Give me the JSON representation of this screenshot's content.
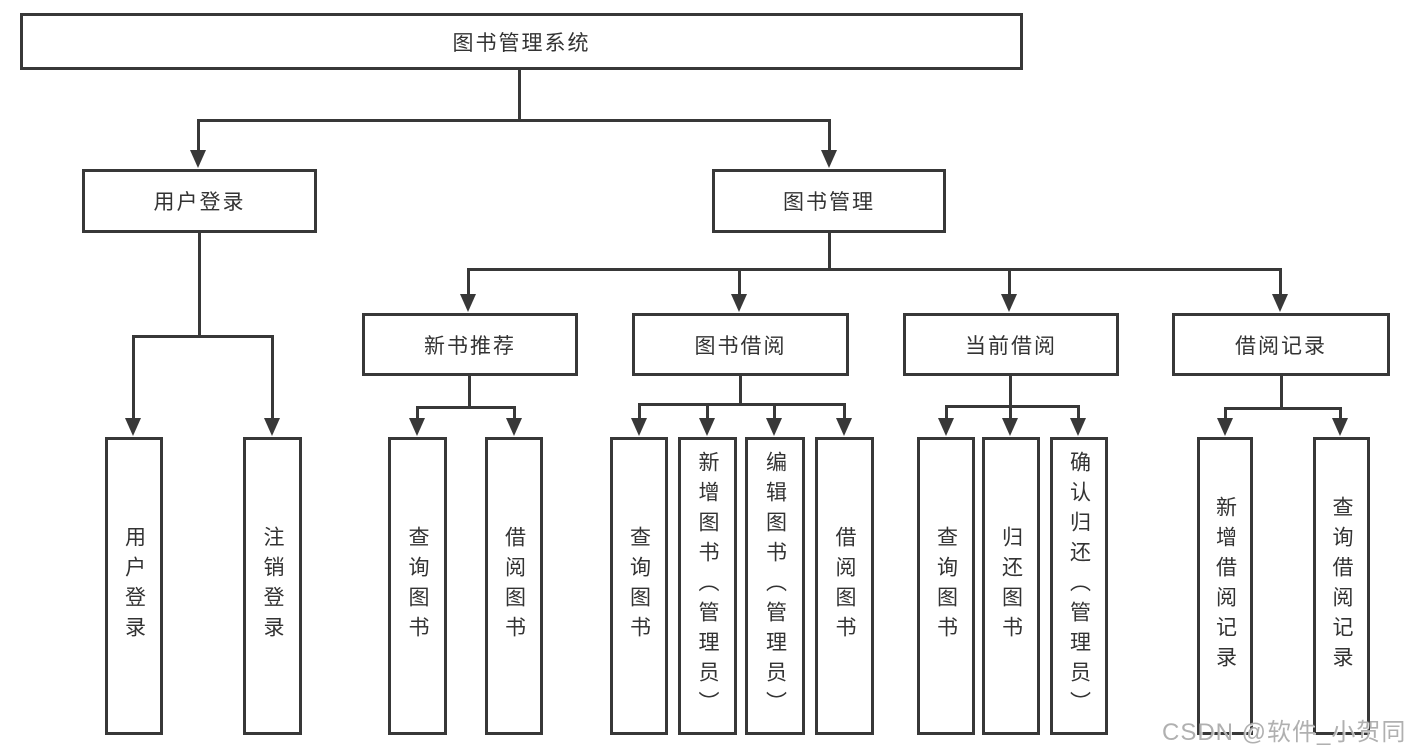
{
  "diagram": {
    "title": "图书管理系统",
    "watermark": "CSDN @软件_小贺同学",
    "colors": {
      "line": "#383838",
      "text": "#333333",
      "background": "#ffffff"
    },
    "nodes": {
      "root": {
        "label": "图书管理系统"
      },
      "user_login": {
        "label": "用户登录"
      },
      "book_mgmt": {
        "label": "图书管理"
      },
      "new_book_rec": {
        "label": "新书推荐"
      },
      "book_borrow": {
        "label": "图书借阅"
      },
      "current_borrow": {
        "label": "当前借阅"
      },
      "borrow_records": {
        "label": "借阅记录"
      },
      "leaf_user_login": {
        "label": "用户登录"
      },
      "leaf_logout": {
        "label": "注销登录"
      },
      "leaf_rec_query": {
        "label": "查询图书"
      },
      "leaf_rec_borrow": {
        "label": "借阅图书"
      },
      "leaf_bb_query": {
        "label": "查询图书"
      },
      "leaf_bb_add": {
        "label": "新增图书（管理员）"
      },
      "leaf_bb_edit": {
        "label": "编辑图书（管理员）"
      },
      "leaf_bb_borrow": {
        "label": "借阅图书"
      },
      "leaf_cb_query": {
        "label": "查询图书"
      },
      "leaf_cb_return": {
        "label": "归还图书"
      },
      "leaf_cb_confirm": {
        "label": "确认归还（管理员）"
      },
      "leaf_br_add_record": {
        "label": "新增借阅记录"
      },
      "leaf_br_query_record": {
        "label": "查询借阅记录"
      }
    },
    "hierarchy": {
      "图书管理系统": [
        "用户登录",
        "图书管理"
      ],
      "用户登录": [
        "用户登录",
        "注销登录"
      ],
      "图书管理": [
        "新书推荐",
        "图书借阅",
        "当前借阅",
        "借阅记录"
      ],
      "新书推荐": [
        "查询图书",
        "借阅图书"
      ],
      "图书借阅": [
        "查询图书",
        "新增图书（管理员）",
        "编辑图书（管理员）",
        "借阅图书"
      ],
      "当前借阅": [
        "查询图书",
        "归还图书",
        "确认归还（管理员）"
      ],
      "借阅记录": [
        "新增借阅记录",
        "查询借阅记录"
      ]
    }
  }
}
